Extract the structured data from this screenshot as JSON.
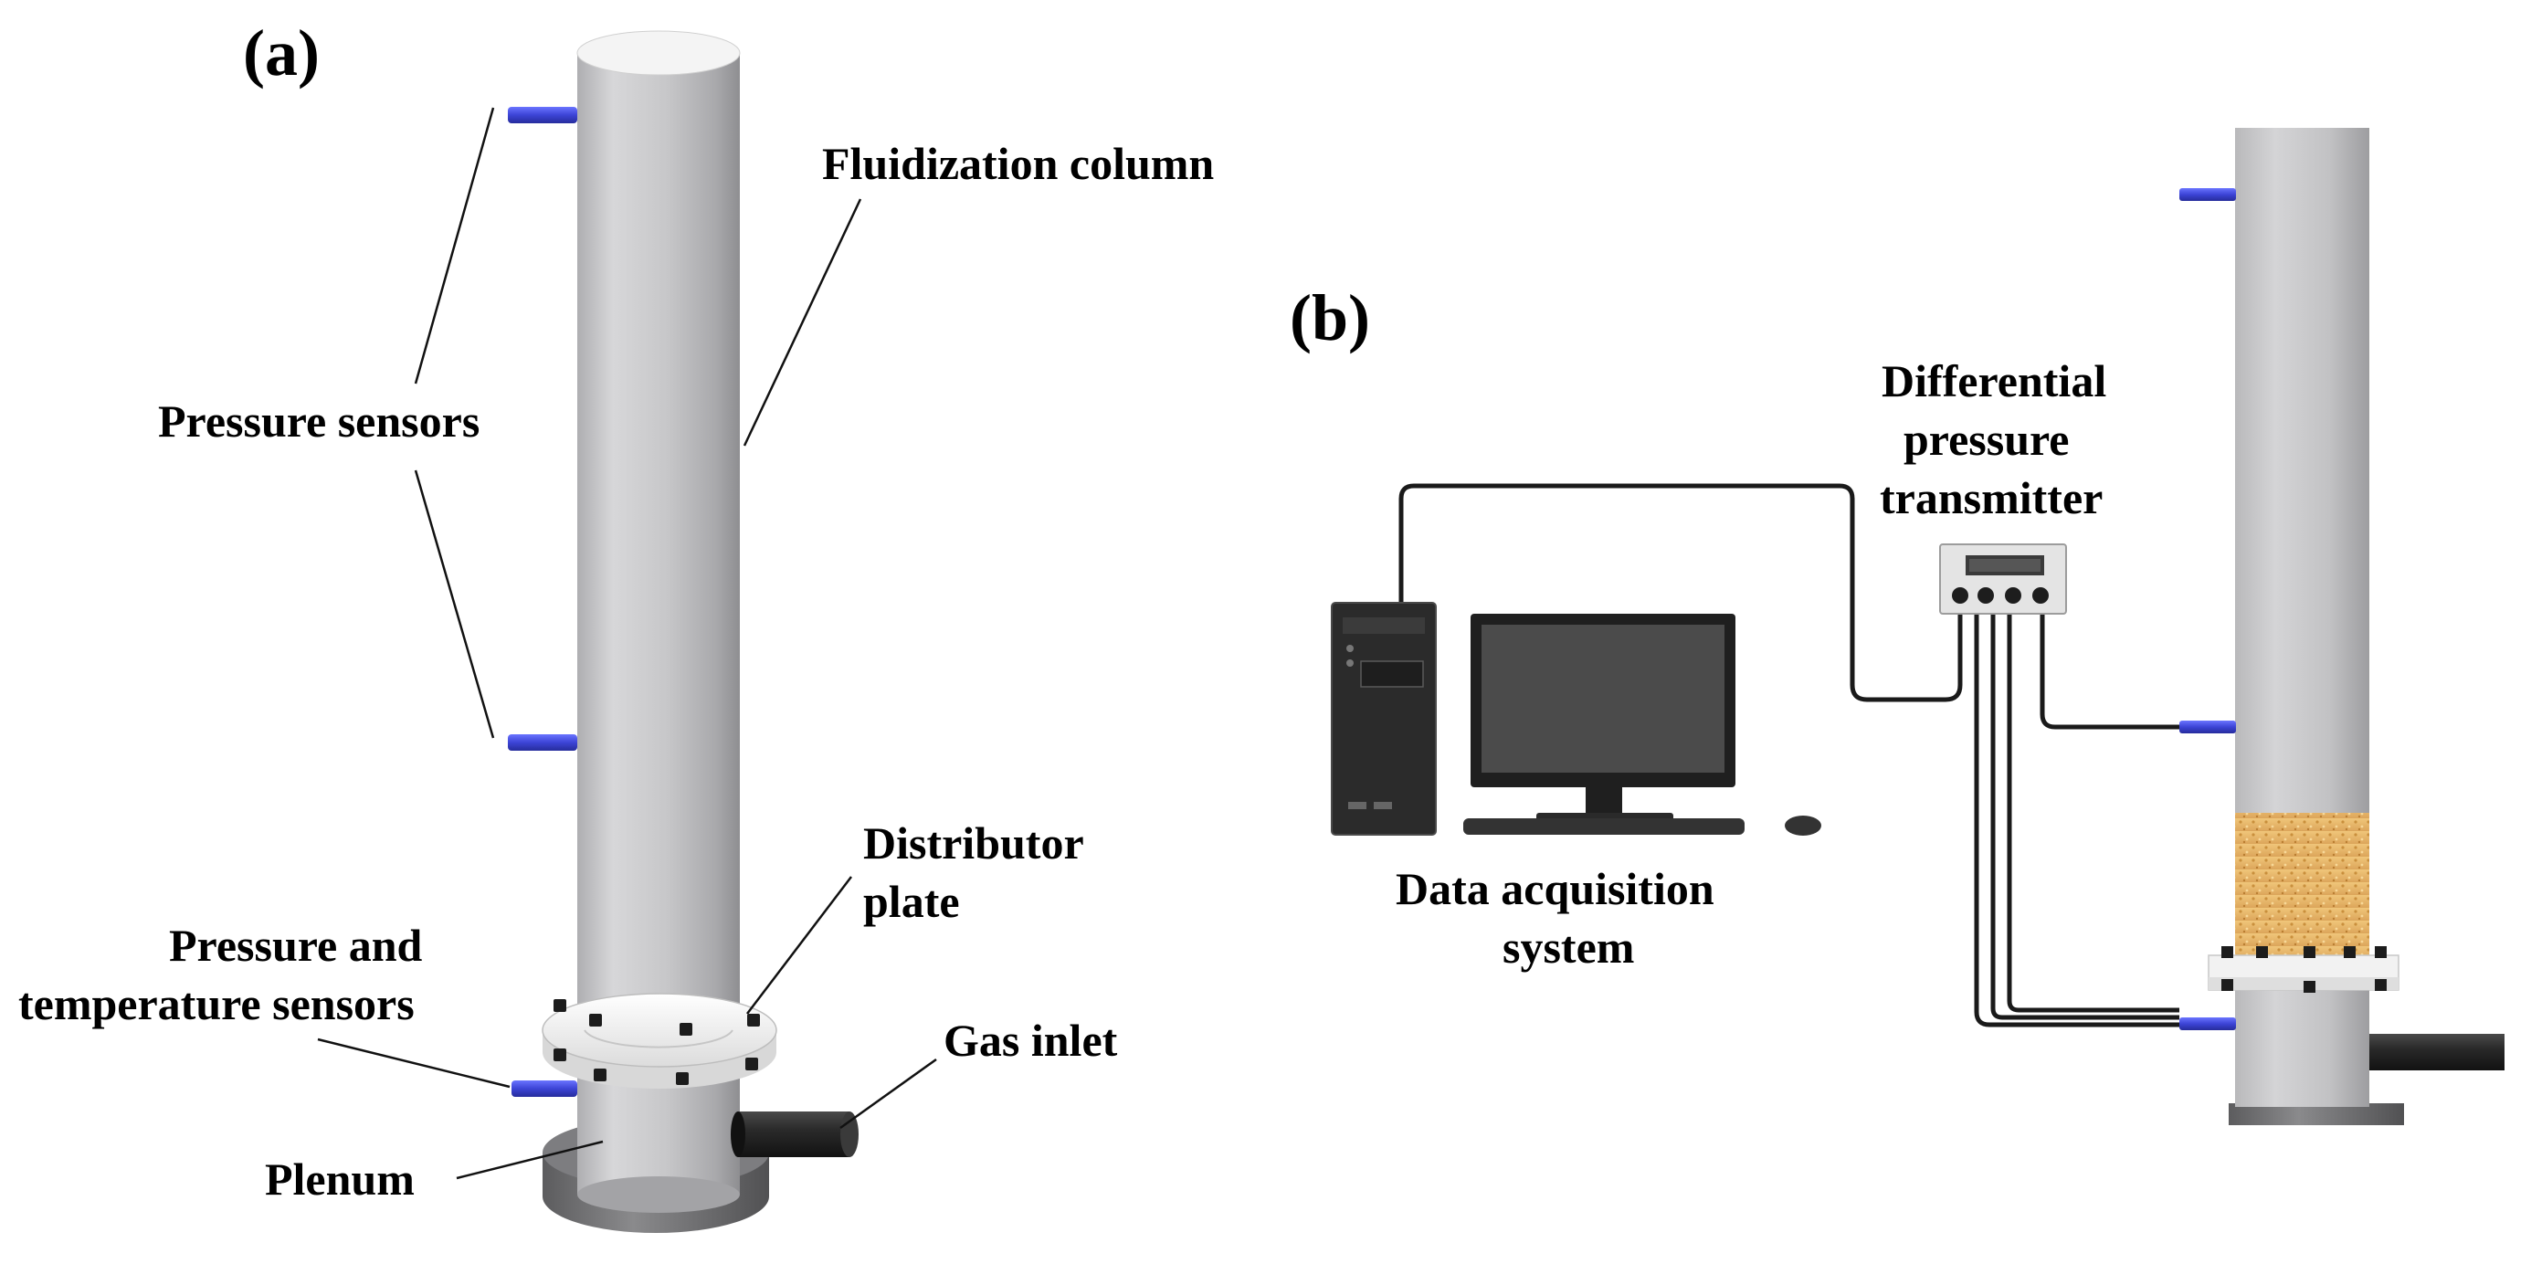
{
  "panel_a": {
    "tag": "(a)",
    "labels": {
      "fluidization_column": "Fluidization column",
      "pressure_sensors": "Pressure sensors",
      "distributor_plate": [
        "Distributor",
        "plate"
      ],
      "pressure_temperature_sensors": [
        "Pressure and",
        "temperature sensors"
      ],
      "gas_inlet": "Gas inlet",
      "plenum": "Plenum"
    }
  },
  "panel_b": {
    "tag": "(b)",
    "labels": {
      "differential_pressure_transmitter": [
        "Differential",
        "pressure",
        "transmitter"
      ],
      "data_acquisition_system": [
        "Data acquisition",
        "system"
      ]
    }
  },
  "colors": {
    "column": "#c9c9cb",
    "sensor": "#3f48d8",
    "bed_material": "#e8b86a",
    "base": "#6e6e70",
    "pipe": "#2a2a2a",
    "monitor_screen": "#4a4a4a"
  }
}
